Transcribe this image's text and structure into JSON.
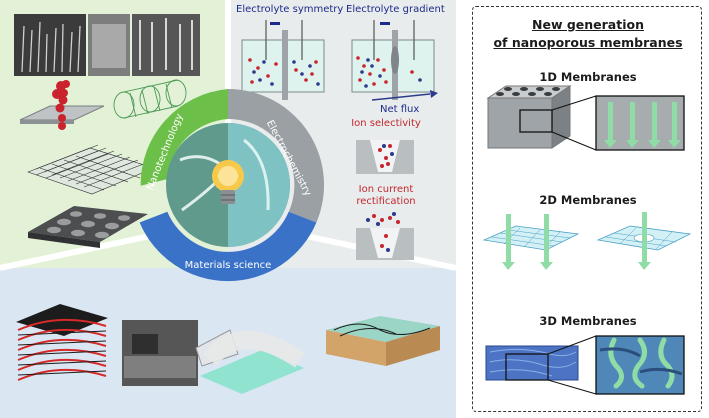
{
  "left_panel": {
    "segments": {
      "nanotechnology": "Nanotechnology",
      "electrochemistry": "Electrochemistry",
      "materials_science": "Materials science"
    },
    "electrochemistry_labels": {
      "symmetry": "Electrolyte symmetry",
      "gradient": "Electrolyte gradient",
      "net_flux": "Net flux",
      "ion_selectivity": "Ion selectivity",
      "rectification_line1": "Ion current",
      "rectification_line2": "rectification"
    },
    "colors": {
      "nanotech_bg": "#e3f2d6",
      "electrochem_bg": "#e9ecec",
      "materials_bg": "#dbe6f3",
      "nanotech_arc": "#6cc04a",
      "electrochem_arc": "#9aa0a3",
      "materials_arc": "#3a72c7"
    }
  },
  "right_panel": {
    "title_line1": "New generation",
    "title_line2": "of nanoporous membranes",
    "membranes": [
      {
        "label": "1D Membranes"
      },
      {
        "label": "2D Membranes"
      },
      {
        "label": "3D Membranes"
      }
    ],
    "colors": {
      "flux_arrow": "#8fdca6",
      "border": "#333333"
    }
  }
}
